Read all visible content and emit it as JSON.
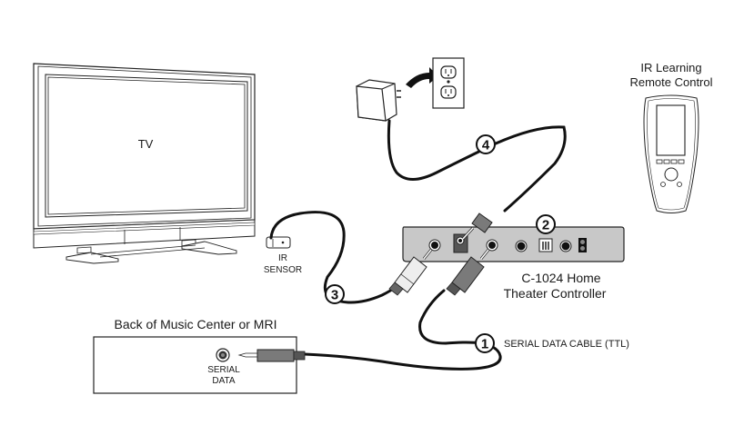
{
  "title": "C-1024 Home Theater Controller connection diagram",
  "devices": {
    "tv": {
      "label": "TV"
    },
    "ir_sensor": {
      "label_line1": "IR",
      "label_line2": "SENSOR"
    },
    "remote": {
      "label_line1": "IR Learning",
      "label_line2": "Remote Control"
    },
    "controller": {
      "label_line1": "C-1024 Home",
      "label_line2": "Theater Controller"
    },
    "music_center": {
      "label": "Back of Music Center or MRI",
      "jack_line1": "SERIAL",
      "jack_line2": "DATA"
    },
    "power_adapter": {
      "label": ""
    },
    "wall_outlet": {
      "label": ""
    }
  },
  "callouts": [
    {
      "number": "1",
      "label": "SERIAL DATA CABLE (TTL)"
    },
    {
      "number": "2",
      "label": ""
    },
    {
      "number": "3",
      "label": ""
    },
    {
      "number": "4",
      "label": ""
    }
  ],
  "colors": {
    "controller_body": "#c8c8c8",
    "connector_dark": "#7a7a7a",
    "connector_light": "#eeeeee",
    "power_jack": "#555555",
    "outline": "#222222"
  }
}
